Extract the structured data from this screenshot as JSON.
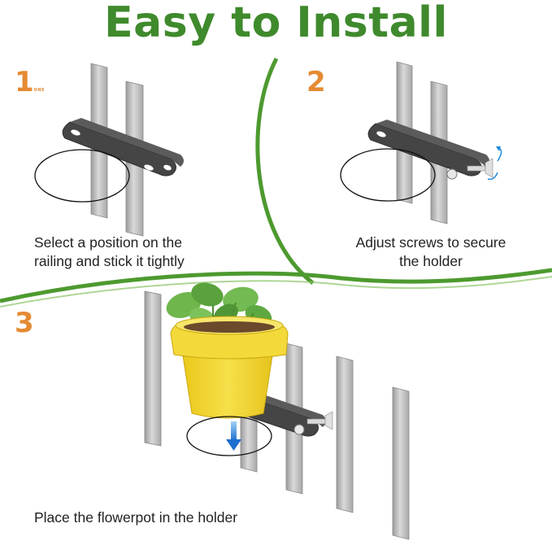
{
  "title": "Easy to Install",
  "colors": {
    "brand_green": "#3f8a2c",
    "step_orange": "#e58a33",
    "pot_yellow": "#f1d52a",
    "leaf_green": "#68b14a",
    "holder_gray": "#4a4a4a",
    "rail_gray": "#c3c3c3",
    "arrow_blue": "#1e88d8"
  },
  "steps": [
    {
      "number": "1",
      "sub": "ONE",
      "caption_lines": [
        "Select a position on the",
        "railing and stick it tightly"
      ]
    },
    {
      "number": "2",
      "sub": "",
      "caption_lines": [
        "Adjust screws to secure",
        "the holder"
      ]
    },
    {
      "number": "3",
      "sub": "",
      "caption_lines": [
        "Place the flowerpot in the holder"
      ]
    }
  ]
}
